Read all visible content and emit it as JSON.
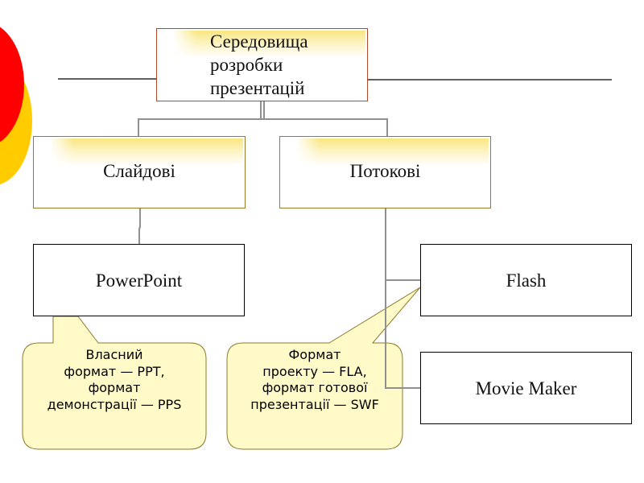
{
  "diagram": {
    "root": {
      "label_lines": [
        "Середовища",
        "розробки",
        "презентацій"
      ]
    },
    "categories": [
      {
        "id": "slide",
        "label": "Слайдові"
      },
      {
        "id": "stream",
        "label": "Потокові"
      }
    ],
    "tools": [
      {
        "id": "powerpoint",
        "label": "PowerPoint",
        "parent": "slide"
      },
      {
        "id": "flash",
        "label": "Flash",
        "parent": "stream"
      },
      {
        "id": "movie-maker",
        "label": "Movie Maker",
        "parent": "stream"
      }
    ],
    "callouts": [
      {
        "target": "powerpoint",
        "lines": [
          "Власний",
          "формат — PPT,",
          "формат",
          "демонстрації — PPS"
        ]
      },
      {
        "target": "flash",
        "lines": [
          "Формат",
          "проекту — FLA,",
          "формат готової",
          "презентації — SWF"
        ]
      }
    ]
  },
  "colors": {
    "accent_red": "#ff0000",
    "accent_yellow": "#ffcc00",
    "callout_fill": "#fffac8",
    "callout_border": "#8c7a2a",
    "connector": "#909090",
    "root_border": "#b24a2a",
    "category_border": "#9a7a2a"
  }
}
